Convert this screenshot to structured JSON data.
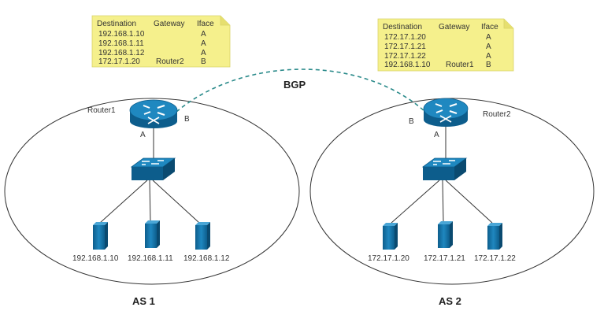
{
  "bgp_label": "BGP",
  "colors": {
    "note_fill": "#f5f08c",
    "device": "#1f7fb5",
    "bgp_link": "#2a8a8a"
  },
  "as1": {
    "label": "AS 1",
    "router": {
      "name": "Router1",
      "iface_a": "A",
      "iface_b": "B"
    },
    "hosts": [
      "192.168.1.10",
      "192.168.1.11",
      "192.168.1.12"
    ],
    "routing_table": {
      "headers": [
        "Destination",
        "Gateway",
        "Iface"
      ],
      "rows": [
        [
          "192.168.1.10",
          "",
          "A"
        ],
        [
          "192.168.1.11",
          "",
          "A"
        ],
        [
          "192.168.1.12",
          "",
          "A"
        ],
        [
          "172.17.1.20",
          "Router2",
          "B"
        ]
      ]
    }
  },
  "as2": {
    "label": "AS 2",
    "router": {
      "name": "Router2",
      "iface_a": "A",
      "iface_b": "B"
    },
    "hosts": [
      "172.17.1.20",
      "172.17.1.21",
      "172.17.1.22"
    ],
    "routing_table": {
      "headers": [
        "Destination",
        "Gateway",
        "Iface"
      ],
      "rows": [
        [
          "172.17.1.20",
          "",
          "A"
        ],
        [
          "172.17.1.21",
          "",
          "A"
        ],
        [
          "172.17.1.22",
          "",
          "A"
        ],
        [
          "192.168.1.10",
          "Router1",
          "B"
        ]
      ]
    }
  }
}
